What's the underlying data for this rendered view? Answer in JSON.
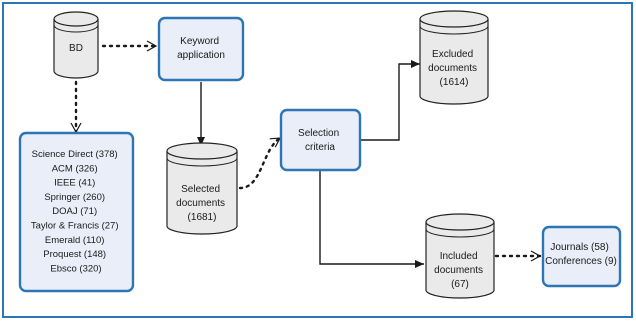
{
  "nodes": {
    "bd": {
      "label": "BD"
    },
    "keyword": {
      "lines": [
        "Keyword",
        "application"
      ]
    },
    "sources": {
      "lines": [
        "Science Direct  (378)",
        "ACM (326)",
        "IEEE (41)",
        "Springer (260)",
        "DOAJ (71)",
        "Taylor & Francis (27)",
        "Emerald (110)",
        "Proquest  (148)",
        "Ebsco (320)"
      ]
    },
    "selected": {
      "lines": [
        "Selected",
        "documents",
        "(1681)"
      ]
    },
    "selection": {
      "lines": [
        "Selection",
        "criteria"
      ]
    },
    "excluded": {
      "lines": [
        "Excluded",
        "documents",
        "(1614)"
      ]
    },
    "included": {
      "lines": [
        "Included",
        "documents",
        "(67)"
      ]
    },
    "outputs": {
      "lines": [
        "Journals (58)",
        "Conferences (9)"
      ]
    }
  },
  "colors": {
    "border": "#2e75b6",
    "box_fill": "#e9eef9",
    "cylinder_fill": "#eaeaea",
    "line": "#1a1a1a"
  }
}
